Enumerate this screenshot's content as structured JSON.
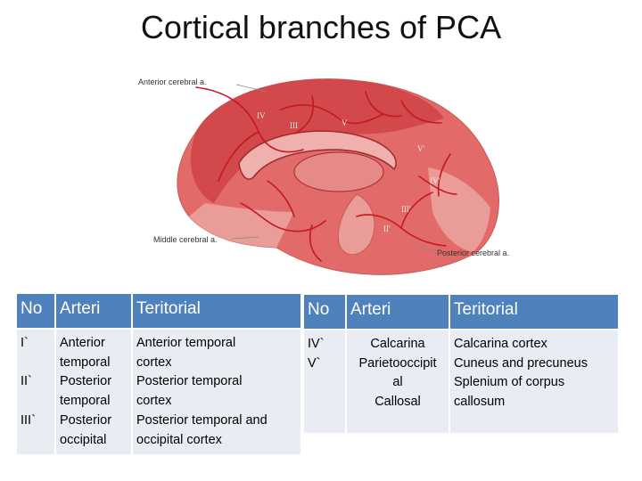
{
  "title": "Cortical branches of PCA",
  "figure": {
    "labels": {
      "anterior": "Anterior cerebral a.",
      "middle": "Middle cerebral a.",
      "posterior": "Posterior cerebral a."
    },
    "regions": [
      "IV",
      "III",
      "V",
      "V'",
      "IV'",
      "III'",
      "II'"
    ],
    "colors": {
      "dark": "#d2484b",
      "mid": "#e26a68",
      "light": "#e99c98",
      "vessel": "#c4191f"
    }
  },
  "table_left": {
    "headers": [
      "No",
      "Arteri",
      "Teritorial"
    ],
    "no": [
      "I`",
      "II`",
      "III`"
    ],
    "arteri": [
      "Anterior",
      "temporal",
      "Posterior",
      "temporal",
      "Posterior",
      "occipital"
    ],
    "teritorial": [
      "Anterior temporal",
      "cortex",
      "Posterior temporal",
      "cortex",
      "Posterior temporal and",
      "occipital cortex"
    ]
  },
  "table_right": {
    "headers": [
      "No",
      "Arteri",
      "Teritorial"
    ],
    "no": [
      "IV`",
      "V`"
    ],
    "arteri": [
      "Calcarina",
      "Parietooccipit",
      "al",
      "Callosal"
    ],
    "teritorial": [
      "Calcarina cortex",
      "Cuneus and precuneus",
      "Splenium of corpus",
      "callosum"
    ]
  }
}
